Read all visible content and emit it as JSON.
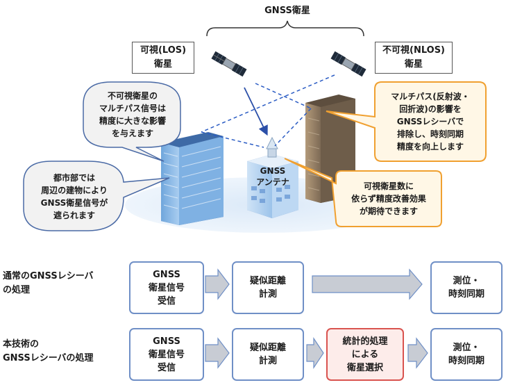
{
  "header": {
    "title": "GNSS衛星"
  },
  "satellites": {
    "los_label": "可視(LOS)\n衛星",
    "nlos_label": "不可視(NLOS)\n衛星"
  },
  "callouts": {
    "nlos_multipath": "不可視衛星の\nマルチパス信号は\n精度に大きな影響\nを与えます",
    "urban": "都市部では\n周辺の建物により\nGNSS衛星信号が\n遮られます",
    "multipath_removal": "マルチパス(反射波・\n回折波)の影響を\nGNSSレシーバで\n排除し、時刻同期\n精度を向上します",
    "satellite_count": "可視衛星数に\n依らず精度改善効果\nが期待できます"
  },
  "antenna": {
    "label": "GNSS\nアンテナ"
  },
  "flow": {
    "conventional": {
      "label": "通常のGNSSレシーバ\nの処理",
      "steps": [
        "GNSS\n衛星信号\n受信",
        "疑似距離\n計測",
        "測位・\n時刻同期"
      ]
    },
    "proposed": {
      "label": "本技術の\nGNSSレシーバの処理",
      "steps": [
        "GNSS\n衛星信号\n受信",
        "疑似距離\n計測",
        "統計的処理\nによる\n衛星選択",
        "測位・\n時刻同期"
      ]
    }
  },
  "colors": {
    "flow_border": "#6f8fc6",
    "highlight_border": "#d9534f",
    "callout_orange": "#f0a030",
    "arrow_gray": "#c8ccd4"
  }
}
